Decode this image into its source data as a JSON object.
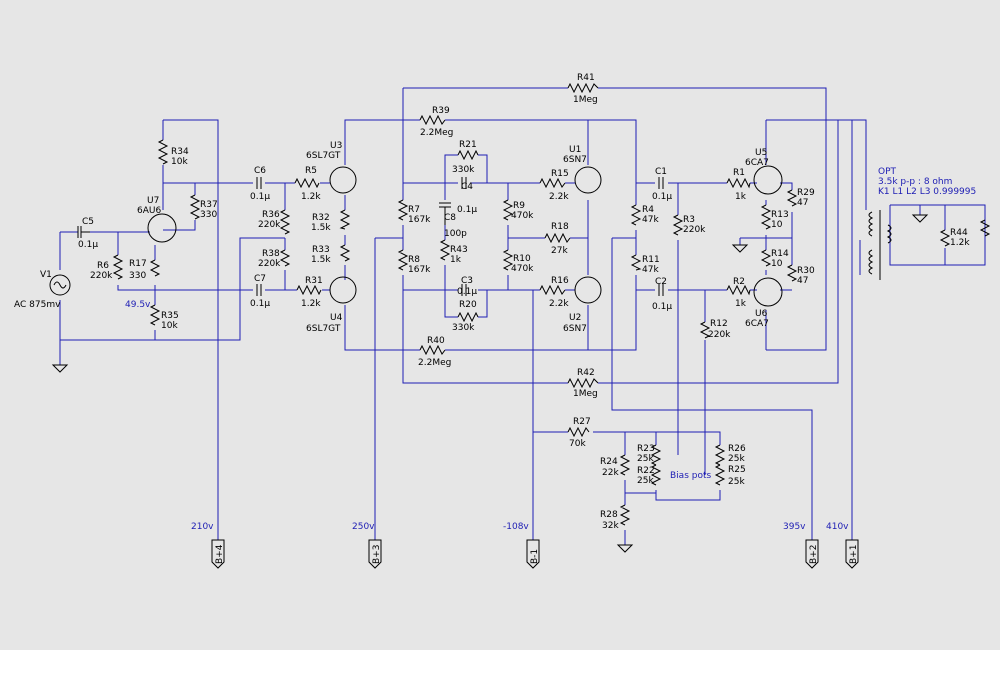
{
  "colors": {
    "background": "#e6e6e6",
    "wire": "#1e1eb4",
    "component": "#000000",
    "blue_text": "#1e1eb4"
  },
  "resistors": [
    {
      "ref": "R34",
      "val": "10k"
    },
    {
      "ref": "R37",
      "val": "330"
    },
    {
      "ref": "R6",
      "val": "220k"
    },
    {
      "ref": "R17",
      "val": "330"
    },
    {
      "ref": "R35",
      "val": "10k"
    },
    {
      "ref": "R36",
      "val": "220k"
    },
    {
      "ref": "R38",
      "val": "220k"
    },
    {
      "ref": "R5",
      "val": "1.2k"
    },
    {
      "ref": "R31",
      "val": "1.2k"
    },
    {
      "ref": "R32",
      "val": "1.5k"
    },
    {
      "ref": "R33",
      "val": "1.5k"
    },
    {
      "ref": "R7",
      "val": "167k"
    },
    {
      "ref": "R8",
      "val": "167k"
    },
    {
      "ref": "R21",
      "val": "330k"
    },
    {
      "ref": "R43",
      "val": "1k"
    },
    {
      "ref": "R20",
      "val": "330k"
    },
    {
      "ref": "R9",
      "val": "470k"
    },
    {
      "ref": "R10",
      "val": "470k"
    },
    {
      "ref": "R15",
      "val": "2.2k"
    },
    {
      "ref": "R18",
      "val": "27k"
    },
    {
      "ref": "R16",
      "val": "2.2k"
    },
    {
      "ref": "R4",
      "val": "47k"
    },
    {
      "ref": "R11",
      "val": "47k"
    },
    {
      "ref": "R3",
      "val": "220k"
    },
    {
      "ref": "R12",
      "val": "220k"
    },
    {
      "ref": "R1",
      "val": "1k"
    },
    {
      "ref": "R2",
      "val": "1k"
    },
    {
      "ref": "R13",
      "val": "10"
    },
    {
      "ref": "R14",
      "val": "10"
    },
    {
      "ref": "R29",
      "val": "47"
    },
    {
      "ref": "R30",
      "val": "47"
    },
    {
      "ref": "R44",
      "val": "1.2k"
    },
    {
      "ref": "R41",
      "val": "1Meg"
    },
    {
      "ref": "R39",
      "val": "2.2Meg"
    },
    {
      "ref": "R40",
      "val": "2.2Meg"
    },
    {
      "ref": "R42",
      "val": "1Meg"
    },
    {
      "ref": "R27",
      "val": "70k"
    },
    {
      "ref": "R23",
      "val": "25k"
    },
    {
      "ref": "R22",
      "val": "25k"
    },
    {
      "ref": "R24",
      "val": "22k"
    },
    {
      "ref": "R26",
      "val": "25k"
    },
    {
      "ref": "R25",
      "val": "25k"
    },
    {
      "ref": "R28",
      "val": "32k"
    }
  ],
  "capacitors": [
    {
      "ref": "C5",
      "val": "0.1µ"
    },
    {
      "ref": "C6",
      "val": "0.1µ"
    },
    {
      "ref": "C7",
      "val": "0.1µ"
    },
    {
      "ref": "C4",
      "val": "0.1µ"
    },
    {
      "ref": "C8",
      "val": "100p"
    },
    {
      "ref": "C3",
      "val": "0.1µ"
    },
    {
      "ref": "C1",
      "val": "0.1µ"
    },
    {
      "ref": "C2",
      "val": "0.1µ"
    }
  ],
  "tubes": [
    {
      "ref": "U7",
      "type": "6AU6"
    },
    {
      "ref": "U3",
      "type": "6SL7GT"
    },
    {
      "ref": "U4",
      "type": "6SL7GT"
    },
    {
      "ref": "U1",
      "type": "6SN7"
    },
    {
      "ref": "U2",
      "type": "6SN7"
    },
    {
      "ref": "U5",
      "type": "6CA7"
    },
    {
      "ref": "U6",
      "type": "6CA7"
    }
  ],
  "source": {
    "ref": "V1",
    "val": "AC 875mv"
  },
  "voltage_note": "49.5v",
  "bias_label": "Bias pots",
  "transformer": {
    "name": "OPT",
    "spec": "3.5k p-p : 8 ohm",
    "coupling": "K1 L1 L2 L3 0.999995"
  },
  "supplies": [
    {
      "label": "B+4",
      "volts": "210v"
    },
    {
      "label": "B+3",
      "volts": "250v"
    },
    {
      "label": "B-1",
      "volts": "-108v"
    },
    {
      "label": "B+2",
      "volts": "395v"
    },
    {
      "label": "B+1",
      "volts": "410v"
    }
  ]
}
